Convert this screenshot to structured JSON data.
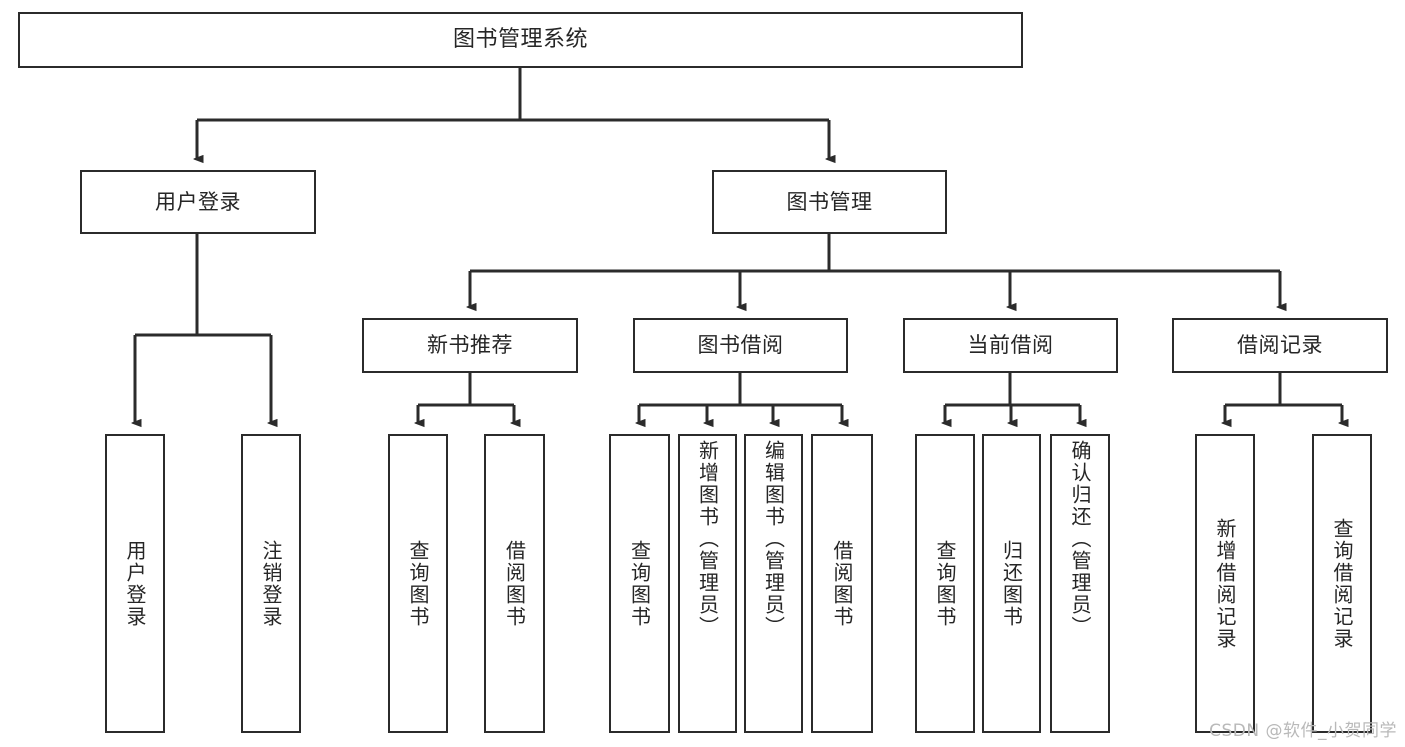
{
  "diagram": {
    "title": "图书管理系统",
    "type": "tree",
    "orientation": "top-down",
    "line_color": "#2b2b2b",
    "box_fill": "#ffffff",
    "text_color": "#262626"
  },
  "nodes": {
    "root": {
      "label": "图书管理系统"
    },
    "level2": [
      {
        "label": "用户登录"
      },
      {
        "label": "图书管理"
      }
    ],
    "level3": [
      {
        "label": "新书推荐"
      },
      {
        "label": "图书借阅"
      },
      {
        "label": "当前借阅"
      },
      {
        "label": "借阅记录"
      }
    ],
    "leaves": {
      "user_login": [
        {
          "label": "用户登录"
        },
        {
          "label": "注销登录"
        }
      ],
      "new_book_recommend": [
        {
          "label": "查询图书"
        },
        {
          "label": "借阅图书"
        }
      ],
      "book_borrow": [
        {
          "label": "查询图书"
        },
        {
          "label": "新增图书（管理员）"
        },
        {
          "label": "编辑图书（管理员）"
        },
        {
          "label": "借阅图书"
        }
      ],
      "current_borrow": [
        {
          "label": "查询图书"
        },
        {
          "label": "归还图书"
        },
        {
          "label": "确认归还（管理员）"
        }
      ],
      "borrow_record": [
        {
          "label": "新增借阅记录"
        },
        {
          "label": "查询借阅记录"
        }
      ]
    }
  },
  "watermark": {
    "text": "CSDN @软件_小贺同学"
  }
}
